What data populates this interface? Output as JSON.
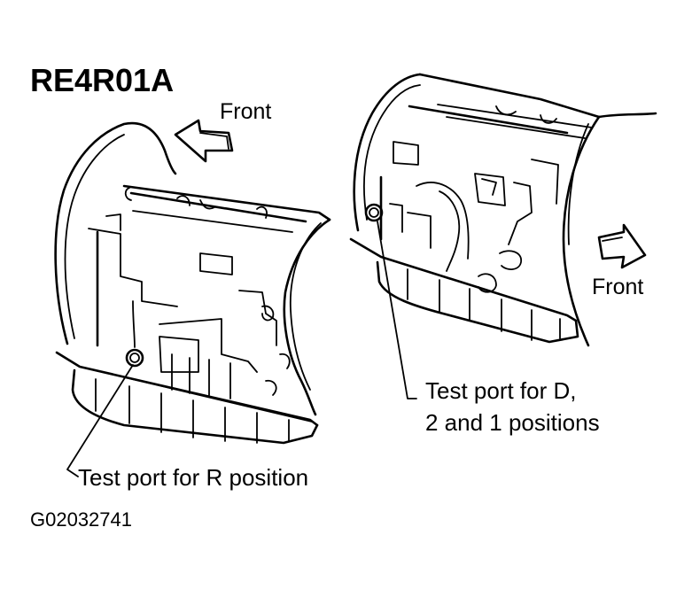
{
  "diagram": {
    "title": "RE4R01A",
    "front_left_label": "Front",
    "front_right_label": "Front",
    "callout_d_line1": "Test port for D,",
    "callout_d_line2": "2 and 1 positions",
    "callout_r": "Test port for R position",
    "figure_code": "G02032741"
  }
}
